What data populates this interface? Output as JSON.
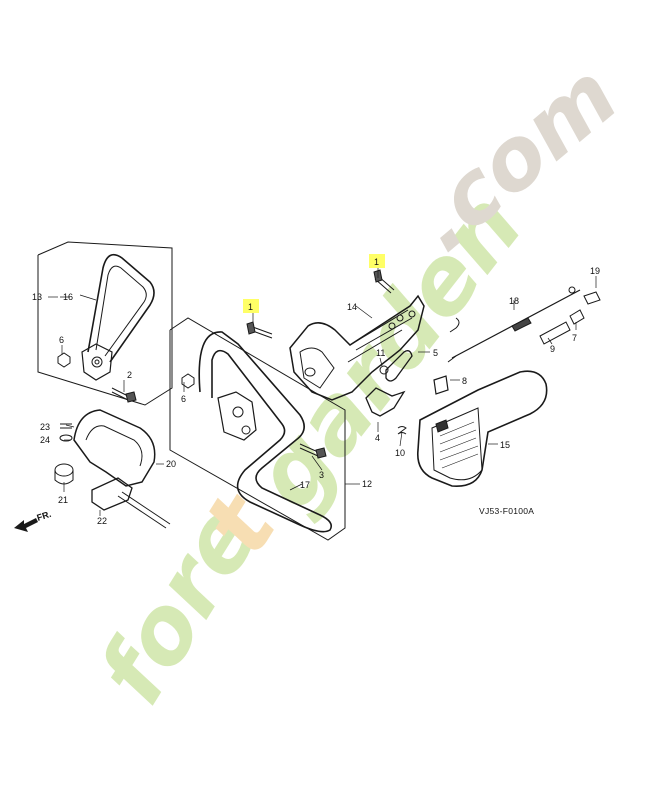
{
  "diagram": {
    "code": "VJ53-F0100A",
    "front_marker": "FR.",
    "colors": {
      "line": "#1a1a1a",
      "highlight": "#ffff66",
      "watermark_green": "#cfe6a8",
      "watermark_orange": "#f6d8a6",
      "watermark_gray": "#d8d1c8"
    },
    "callouts": {
      "c1a": "1",
      "c1b": "1",
      "c2": "2",
      "c3": "3",
      "c4": "4",
      "c5": "5",
      "c6a": "6",
      "c6b": "6",
      "c7": "7",
      "c8": "8",
      "c9": "9",
      "c10": "10",
      "c11": "11",
      "c12": "12",
      "c13": "13",
      "c14": "14",
      "c15": "15",
      "c16": "16",
      "c17": "17",
      "c18": "18",
      "c19": "19",
      "c20": "20",
      "c21": "21",
      "c22": "22",
      "c23": "23",
      "c24": "24"
    }
  },
  "watermark": {
    "part1": "fore",
    "part2": "t",
    "part3": "garden",
    "part4": ".com"
  }
}
